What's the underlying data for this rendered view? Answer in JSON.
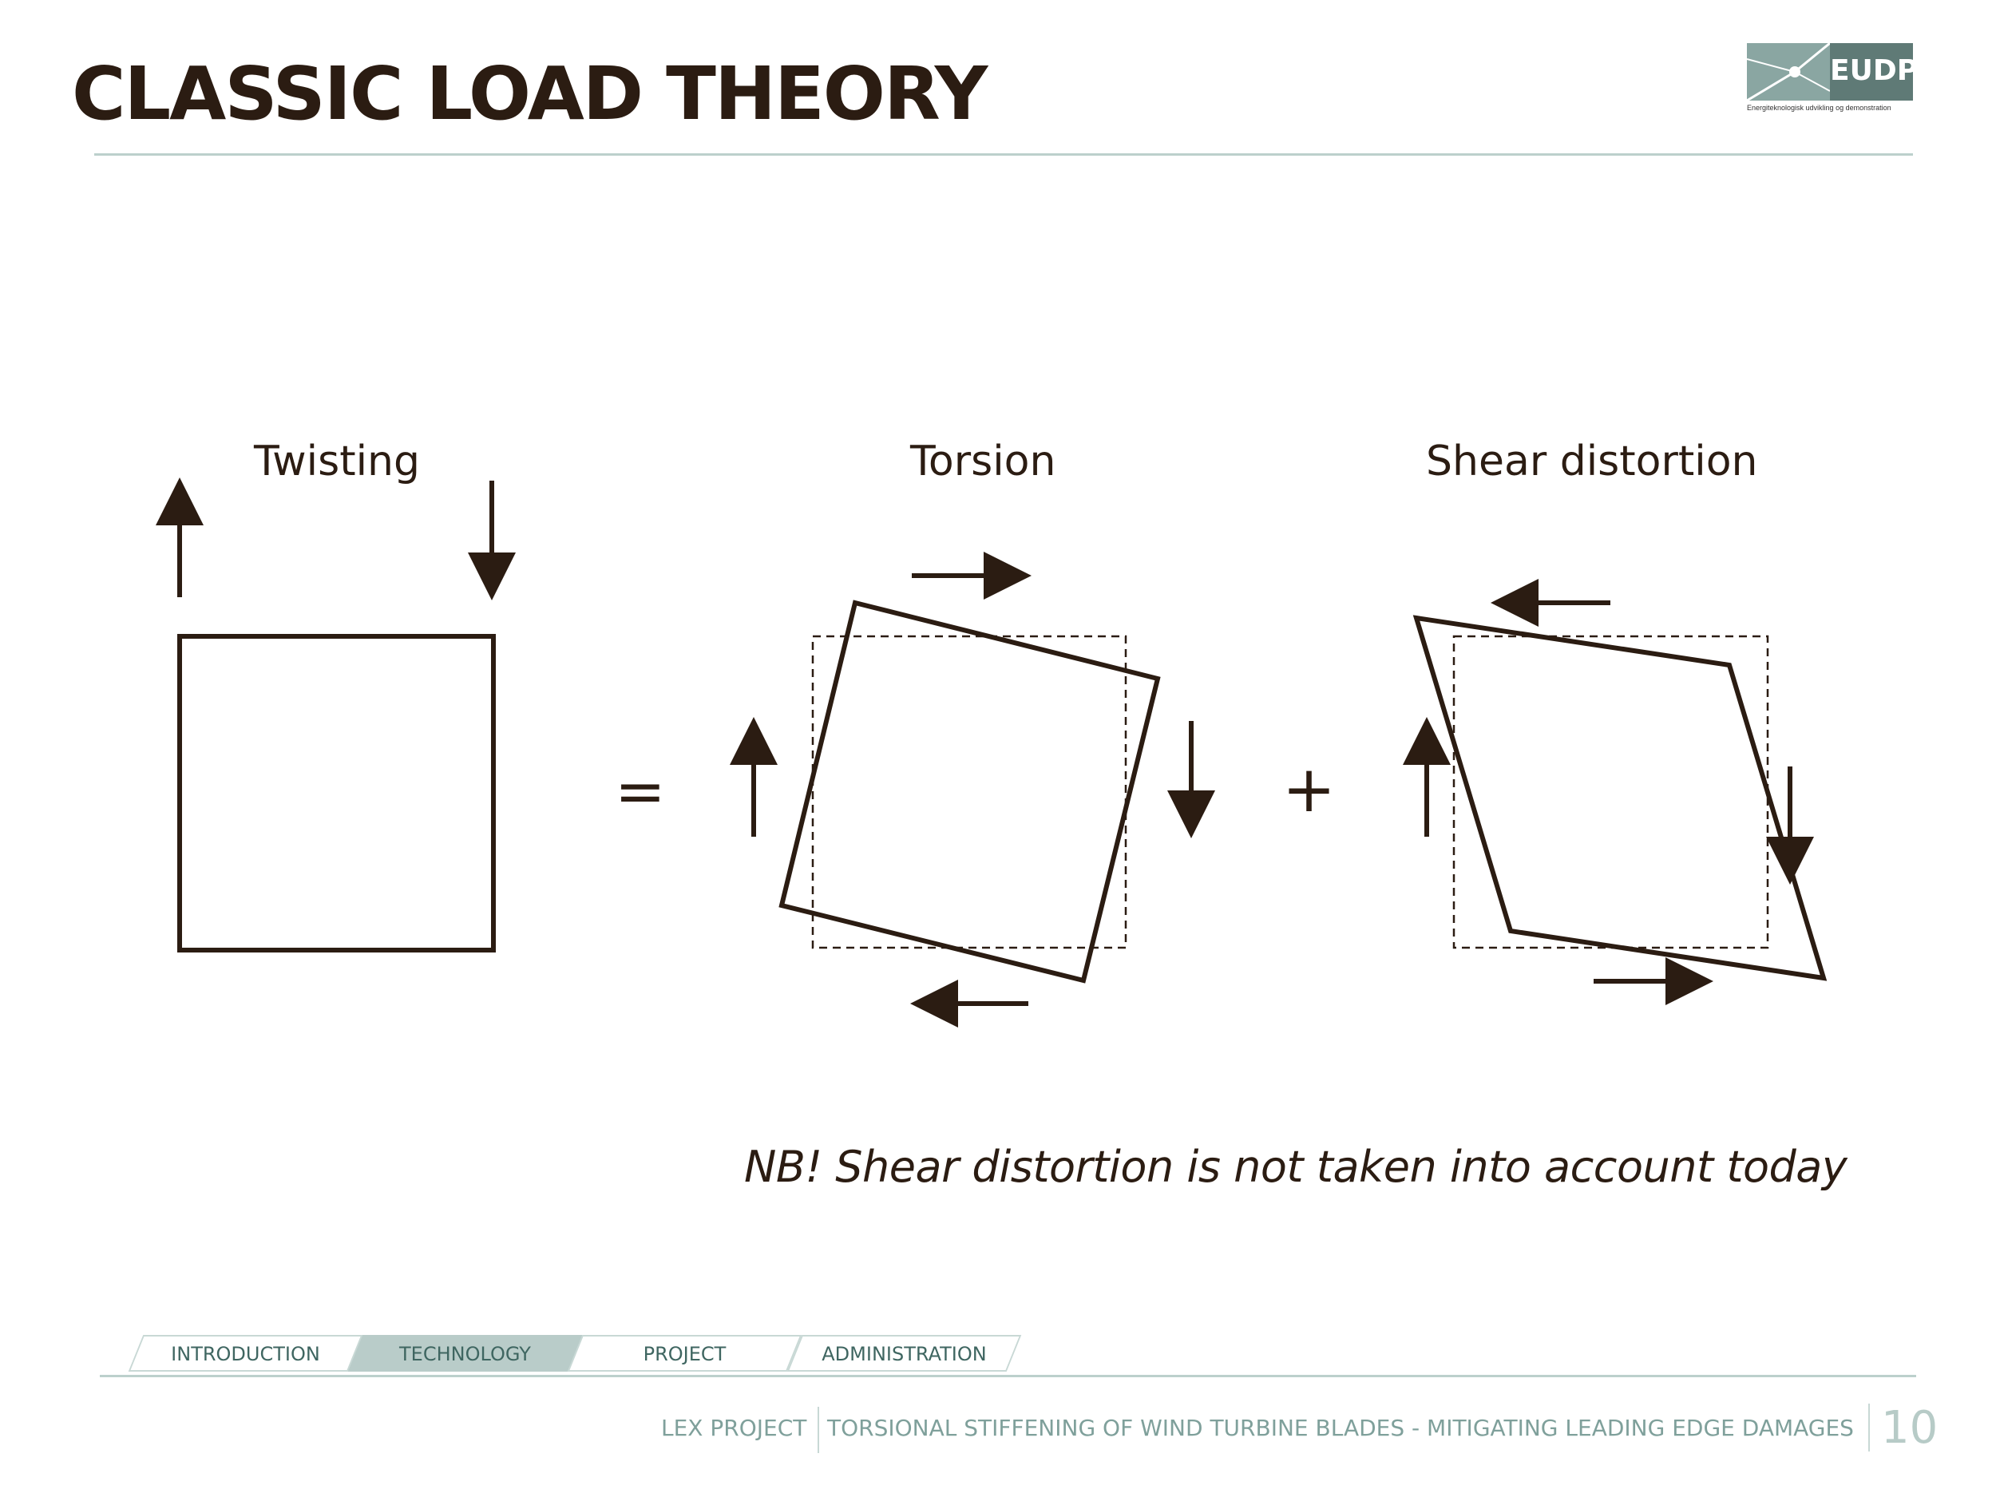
{
  "header": {
    "title": "CLASSIC LOAD THEORY",
    "logo": {
      "name": "eudp-logo",
      "wordmark": "EUDP",
      "tagline": "Energiteknologisk udvikling og demonstration"
    }
  },
  "diagram": {
    "labels": {
      "twisting": "Twisting",
      "torsion": "Torsion",
      "shear": "Shear distortion"
    },
    "operators": {
      "equals": "=",
      "plus": "+"
    },
    "note": "NB! Shear distortion is not taken into account today"
  },
  "nav": {
    "tabs": [
      {
        "label": "INTRODUCTION",
        "active": false
      },
      {
        "label": "TECHNOLOGY",
        "active": true
      },
      {
        "label": "PROJECT",
        "active": false
      },
      {
        "label": "ADMINISTRATION",
        "active": false
      }
    ]
  },
  "footer": {
    "project": "LEX PROJECT",
    "subtitle": "TORSIONAL STIFFENING OF WIND TURBINE BLADES - MITIGATING LEADING EDGE DAMAGES",
    "page_number": "10"
  },
  "colors": {
    "ink": "#2b1c12",
    "accent": "#b9ccc9",
    "footer_text": "#7fa09b"
  }
}
